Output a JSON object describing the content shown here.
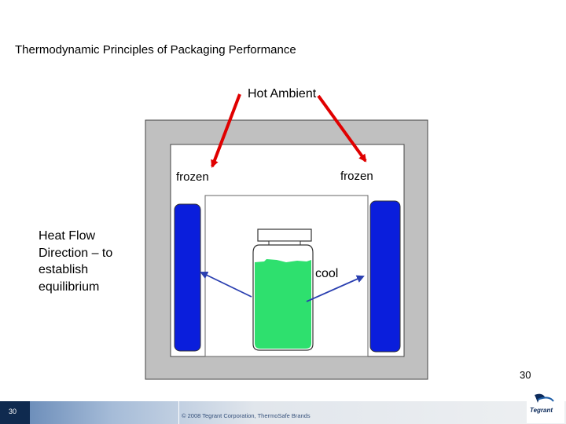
{
  "slide": {
    "title": "Thermodynamic Principles of Packaging Performance",
    "side_label": "Heat Flow Direction – to establish equilibrium",
    "page_number": "30"
  },
  "diagram": {
    "top_label": "Hot Ambient",
    "left_label": "frozen",
    "right_label": "frozen",
    "center_label": "cool",
    "colors": {
      "outer_box": "#c0c0c0",
      "frozen_pack": "#0a1edc",
      "liquid": "#2ee06e",
      "hot_arrow": "#e00000",
      "heat_arrow": "#2a3fb0"
    }
  },
  "footer": {
    "page_number": "30",
    "copyright": "© 2008 Tegrant Corporation, ThermoSafe Brands",
    "logo_text": "Tegrant"
  }
}
